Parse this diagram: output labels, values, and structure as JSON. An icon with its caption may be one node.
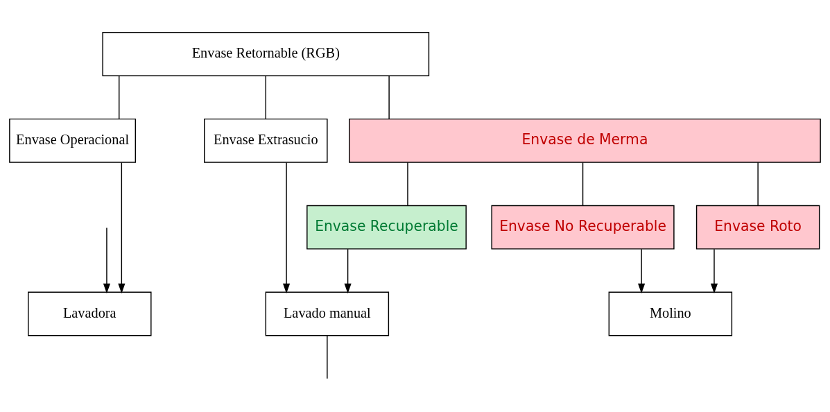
{
  "diagram": {
    "nodes": [
      {
        "text": [
          "Envase Retornable (RGB)"
        ]
      },
      {
        "text": [
          "Envase Operacional"
        ]
      },
      {
        "text": [
          "Envase Extrasucio"
        ]
      },
      {
        "text": [
          "Envase de Merma"
        ]
      },
      {
        "text": [
          "Envase Recuperable"
        ]
      },
      {
        "text": [
          "Envase No Recuperable"
        ]
      },
      {
        "text": [
          "Envase Roto"
        ]
      },
      {
        "text": [
          "Lavadora"
        ]
      },
      {
        "text": [
          "Lavado manual"
        ]
      },
      {
        "text": [
          "Molino"
        ]
      }
    ],
    "edges": [
      {
        "from": 0,
        "to": 1,
        "arrow": "none"
      },
      {
        "from": 0,
        "to": 2,
        "arrow": "none"
      },
      {
        "from": 0,
        "to": 3,
        "arrow": "none"
      },
      {
        "from": 1,
        "to": 7,
        "arrow": "to"
      },
      {
        "from": 2,
        "to": 8,
        "arrow": "to"
      },
      {
        "from": 3,
        "to": 4,
        "arrow": "none"
      },
      {
        "from": 3,
        "to": 5,
        "arrow": "none"
      },
      {
        "from": 3,
        "to": 6,
        "arrow": "none"
      },
      {
        "from": 4,
        "to": 8,
        "arrow": "to"
      },
      {
        "from": 5,
        "to": 9,
        "arrow": "to"
      },
      {
        "from": 6,
        "to": 9,
        "arrow": "to"
      },
      {
        "from": null,
        "to": 7,
        "arrow": "to"
      },
      {
        "from": 8,
        "to": null,
        "arrow": "none"
      }
    ]
  }
}
